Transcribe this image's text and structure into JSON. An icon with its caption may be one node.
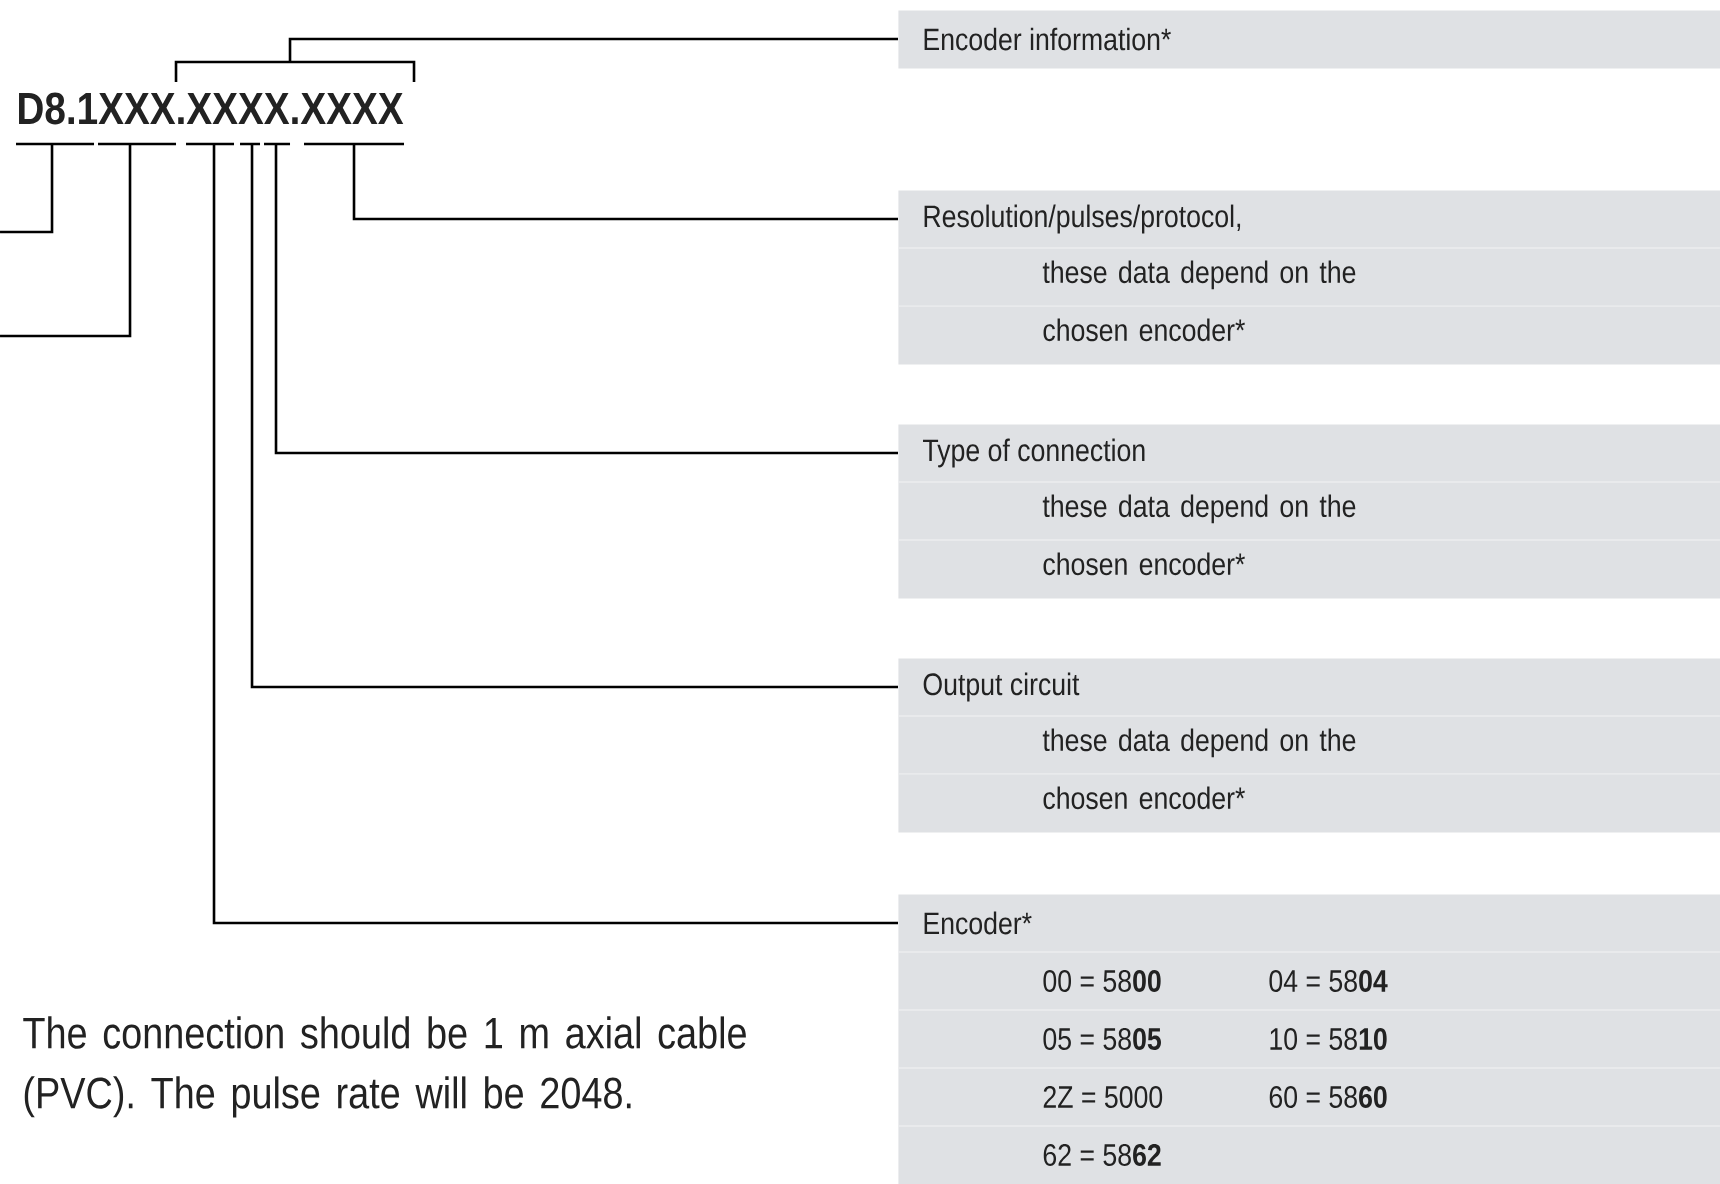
{
  "diagram": {
    "nodes": [
      {
        "text": [
          "D8.1XXX.XXXX.XXXX"
        ]
      },
      {
        "text": [
          "Encoder information*"
        ]
      },
      {
        "text": [
          "Resolution/pulses/protocol,",
          "these data depend on the chosen encoder*"
        ]
      },
      {
        "text": [
          "Type of connection",
          "these data depend on the chosen encoder*"
        ]
      },
      {
        "text": [
          "Output circuit",
          "these data depend on the chosen encoder*"
        ]
      },
      {
        "text": [
          "Encoder*",
          "00 = 58**00**",
          "04 = 58**04**",
          "05 = 58**05**",
          "10 = 58**10**",
          "2Z = 5000",
          "60 = 58**60**",
          "62 = 58**62**"
        ]
      }
    ],
    "edges": [
      {
        "from": 0,
        "to": 1,
        "arrow": "none"
      },
      {
        "from": 0,
        "to": 2,
        "arrow": "none"
      },
      {
        "from": 0,
        "to": 3,
        "arrow": "none"
      },
      {
        "from": 0,
        "to": 4,
        "arrow": "none"
      },
      {
        "from": 0,
        "to": 5,
        "arrow": "none"
      },
      {
        "from": 0,
        "to": null,
        "arrow": "none"
      },
      {
        "from": 0,
        "to": null,
        "arrow": "none"
      }
    ],
    "labels": [
      "The connection should be 1 m axial cable (PVC). The pulse rate will be 2048."
    ]
  }
}
